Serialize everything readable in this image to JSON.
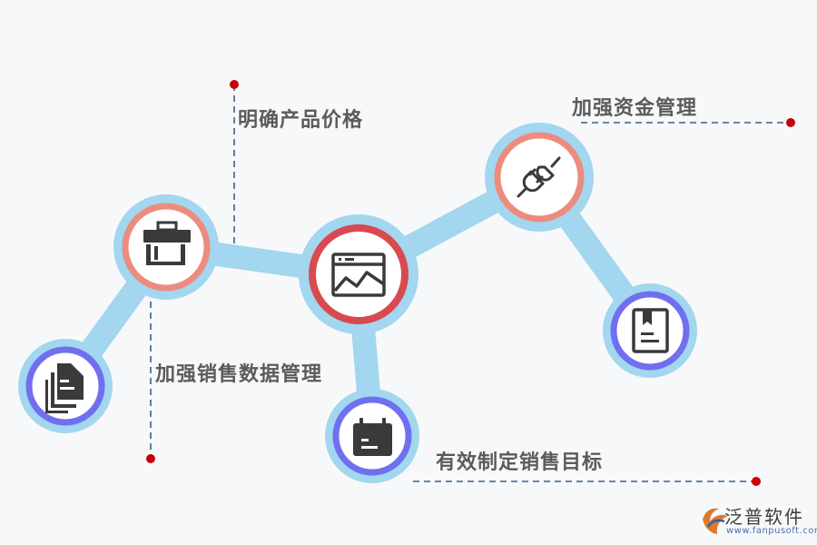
{
  "labels": {
    "price": "明确产品价格",
    "capital": "加强资金管理",
    "sales_data": "加强销售数据管理",
    "sales_target": "有效制定销售目标"
  },
  "logo": {
    "name": "泛普软件",
    "url": "www.fanpusoft.com"
  },
  "colors": {
    "connector": "#a3d6ef",
    "ring_orange": "#ec8c7e",
    "ring_red": "#d84a4f",
    "ring_purple": "#6f6ff0",
    "inner_fill": "#ffffff",
    "icon": "#3a3a3a",
    "leader_line": "#3a5f90",
    "leader_dot": "#c7000b"
  },
  "nodes": [
    {
      "id": "briefcase",
      "icon": "briefcase-icon",
      "ring": "orange"
    },
    {
      "id": "documents",
      "icon": "documents-icon",
      "ring": "purple"
    },
    {
      "id": "chart",
      "icon": "chart-image-icon",
      "ring": "red"
    },
    {
      "id": "plug",
      "icon": "plug-icon",
      "ring": "orange"
    },
    {
      "id": "bookmark",
      "icon": "bookmark-doc-icon",
      "ring": "purple"
    },
    {
      "id": "calendar",
      "icon": "calendar-icon",
      "ring": "purple"
    }
  ]
}
